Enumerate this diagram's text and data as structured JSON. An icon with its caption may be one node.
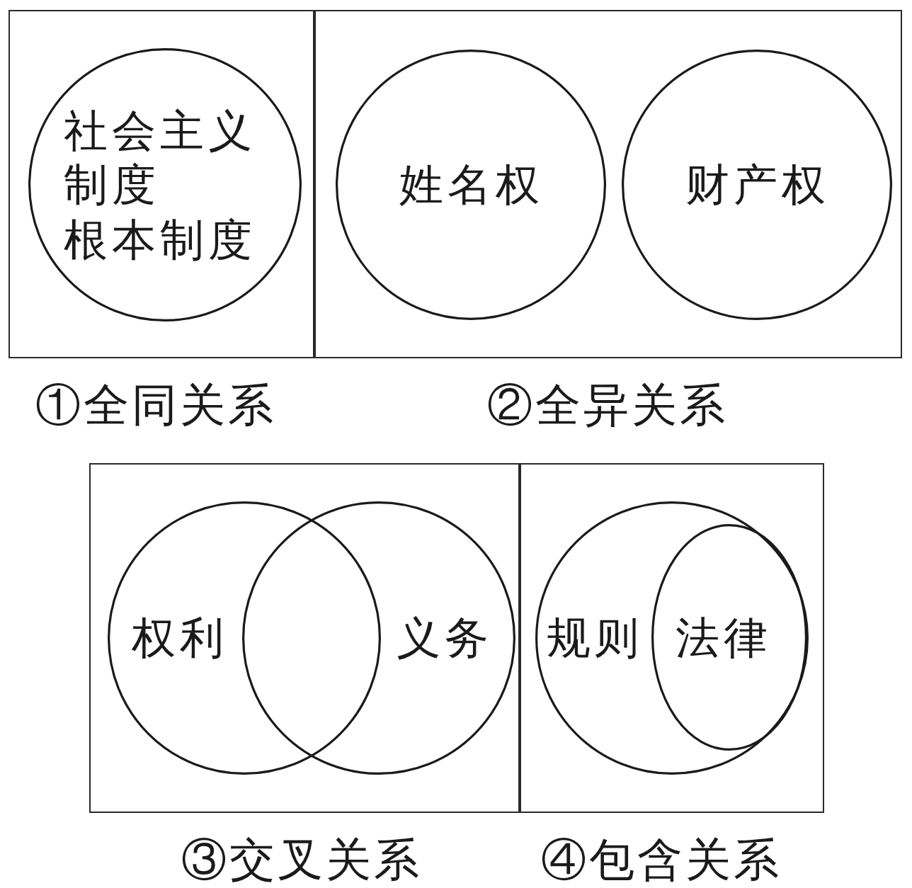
{
  "diagram": {
    "nodes": [
      {
        "text": [],
        "shape": "box",
        "beside": [
          "①全同关系"
        ]
      },
      {
        "text": [
          "社会主义制度",
          "根本制度"
        ],
        "in": 0
      },
      {
        "text": [],
        "shape": "box",
        "beside": [
          "②全异关系"
        ]
      },
      {
        "text": [
          "姓名权"
        ],
        "in": 2
      },
      {
        "text": [
          "财产权"
        ],
        "in": 2
      },
      {
        "text": [],
        "shape": "box",
        "beside": [
          "③交叉关系"
        ]
      },
      {
        "text": [
          "权利"
        ],
        "in": 5
      },
      {
        "text": [
          "义务"
        ],
        "in": 5
      },
      {
        "text": [],
        "shape": "box",
        "beside": [
          "④包含关系"
        ]
      },
      {
        "text": [
          "规则"
        ],
        "in": 8
      },
      {
        "text": [
          "法律"
        ],
        "in": 9
      }
    ]
  }
}
